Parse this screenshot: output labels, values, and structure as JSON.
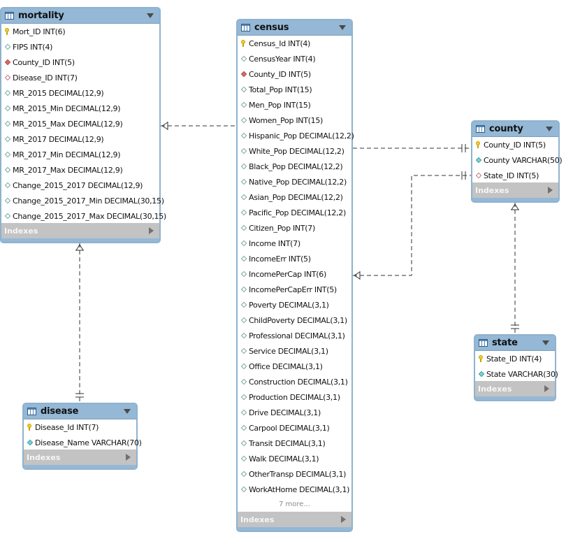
{
  "diagram": {
    "indexes_label": "Indexes",
    "tables": {
      "mortality": {
        "name": "mortality",
        "columns": [
          {
            "icon": "primary-key-icon",
            "text": "Mort_ID INT(6)"
          },
          {
            "icon": "column-icon",
            "text": "FIPS INT(4)"
          },
          {
            "icon": "foreign-key-icon",
            "text": "County_ID INT(5)"
          },
          {
            "icon": "nullable-foreign-key-icon",
            "text": "Disease_ID INT(7)"
          },
          {
            "icon": "column-icon",
            "text": "MR_2015 DECIMAL(12,9)"
          },
          {
            "icon": "column-icon",
            "text": "MR_2015_Min DECIMAL(12,9)"
          },
          {
            "icon": "column-icon",
            "text": "MR_2015_Max DECIMAL(12,9)"
          },
          {
            "icon": "column-icon",
            "text": "MR_2017 DECIMAL(12,9)"
          },
          {
            "icon": "column-icon",
            "text": "MR_2017_Min DECIMAL(12,9)"
          },
          {
            "icon": "column-icon",
            "text": "MR_2017_Max DECIMAL(12,9)"
          },
          {
            "icon": "column-icon",
            "text": "Change_2015_2017 DECIMAL(12,9)"
          },
          {
            "icon": "column-icon",
            "text": "Change_2015_2017_Min DECIMAL(30,15)"
          },
          {
            "icon": "column-icon",
            "text": "Change_2015_2017_Max DECIMAL(30,15)"
          }
        ]
      },
      "census": {
        "name": "census",
        "columns": [
          {
            "icon": "primary-key-icon",
            "text": "Census_Id INT(4)"
          },
          {
            "icon": "column-icon",
            "text": "CensusYear INT(4)"
          },
          {
            "icon": "foreign-key-icon",
            "text": "County_ID INT(5)"
          },
          {
            "icon": "column-icon",
            "text": "Total_Pop INT(15)"
          },
          {
            "icon": "column-icon",
            "text": "Men_Pop INT(15)"
          },
          {
            "icon": "column-icon",
            "text": "Women_Pop INT(15)"
          },
          {
            "icon": "column-icon",
            "text": "Hispanic_Pop DECIMAL(12,2)"
          },
          {
            "icon": "column-icon",
            "text": "White_Pop DECIMAL(12,2)"
          },
          {
            "icon": "column-icon",
            "text": "Black_Pop DECIMAL(12,2)"
          },
          {
            "icon": "column-icon",
            "text": "Native_Pop DECIMAL(12,2)"
          },
          {
            "icon": "column-icon",
            "text": "Asian_Pop DECIMAL(12,2)"
          },
          {
            "icon": "column-icon",
            "text": "Pacific_Pop DECIMAL(12,2)"
          },
          {
            "icon": "column-icon",
            "text": "Citizen_Pop INT(7)"
          },
          {
            "icon": "column-icon",
            "text": "Income INT(7)"
          },
          {
            "icon": "column-icon",
            "text": "IncomeErr INT(5)"
          },
          {
            "icon": "column-icon",
            "text": "IncomePerCap INT(6)"
          },
          {
            "icon": "column-icon",
            "text": "IncomePerCapErr INT(5)"
          },
          {
            "icon": "column-icon",
            "text": "Poverty DECIMAL(3,1)"
          },
          {
            "icon": "column-icon",
            "text": "ChildPoverty DECIMAL(3,1)"
          },
          {
            "icon": "column-icon",
            "text": "Professional DECIMAL(3,1)"
          },
          {
            "icon": "column-icon",
            "text": "Service DECIMAL(3,1)"
          },
          {
            "icon": "column-icon",
            "text": "Office DECIMAL(3,1)"
          },
          {
            "icon": "column-icon",
            "text": "Construction DECIMAL(3,1)"
          },
          {
            "icon": "column-icon",
            "text": "Production DECIMAL(3,1)"
          },
          {
            "icon": "column-icon",
            "text": "Drive DECIMAL(3,1)"
          },
          {
            "icon": "column-icon",
            "text": "Carpool DECIMAL(3,1)"
          },
          {
            "icon": "column-icon",
            "text": "Transit DECIMAL(3,1)"
          },
          {
            "icon": "column-icon",
            "text": "Walk DECIMAL(3,1)"
          },
          {
            "icon": "column-icon",
            "text": "OtherTransp DECIMAL(3,1)"
          },
          {
            "icon": "column-icon",
            "text": "WorkAtHome DECIMAL(3,1)"
          }
        ],
        "more_label": "7 more..."
      },
      "county": {
        "name": "county",
        "columns": [
          {
            "icon": "primary-key-icon",
            "text": "County_ID INT(5)"
          },
          {
            "icon": "not-null-column-icon",
            "text": "County VARCHAR(50)"
          },
          {
            "icon": "nullable-foreign-key-icon",
            "text": "State_ID INT(5)"
          }
        ]
      },
      "state": {
        "name": "state",
        "columns": [
          {
            "icon": "primary-key-icon",
            "text": "State_ID INT(4)"
          },
          {
            "icon": "not-null-column-icon",
            "text": "State VARCHAR(30)"
          }
        ]
      },
      "disease": {
        "name": "disease",
        "columns": [
          {
            "icon": "primary-key-icon",
            "text": "Disease_Id INT(7)"
          },
          {
            "icon": "not-null-column-icon",
            "text": "Disease_Name VARCHAR(70)"
          }
        ]
      }
    },
    "relationships": [
      {
        "from": "mortality",
        "to": "census",
        "type": "one-to-many"
      },
      {
        "from": "census",
        "to": "county",
        "type": "one-to-one"
      },
      {
        "from": "census",
        "to": "county",
        "type": "many-to-one"
      },
      {
        "from": "mortality",
        "to": "disease",
        "type": "many-to-one"
      },
      {
        "from": "county",
        "to": "state",
        "type": "many-to-one"
      }
    ]
  }
}
